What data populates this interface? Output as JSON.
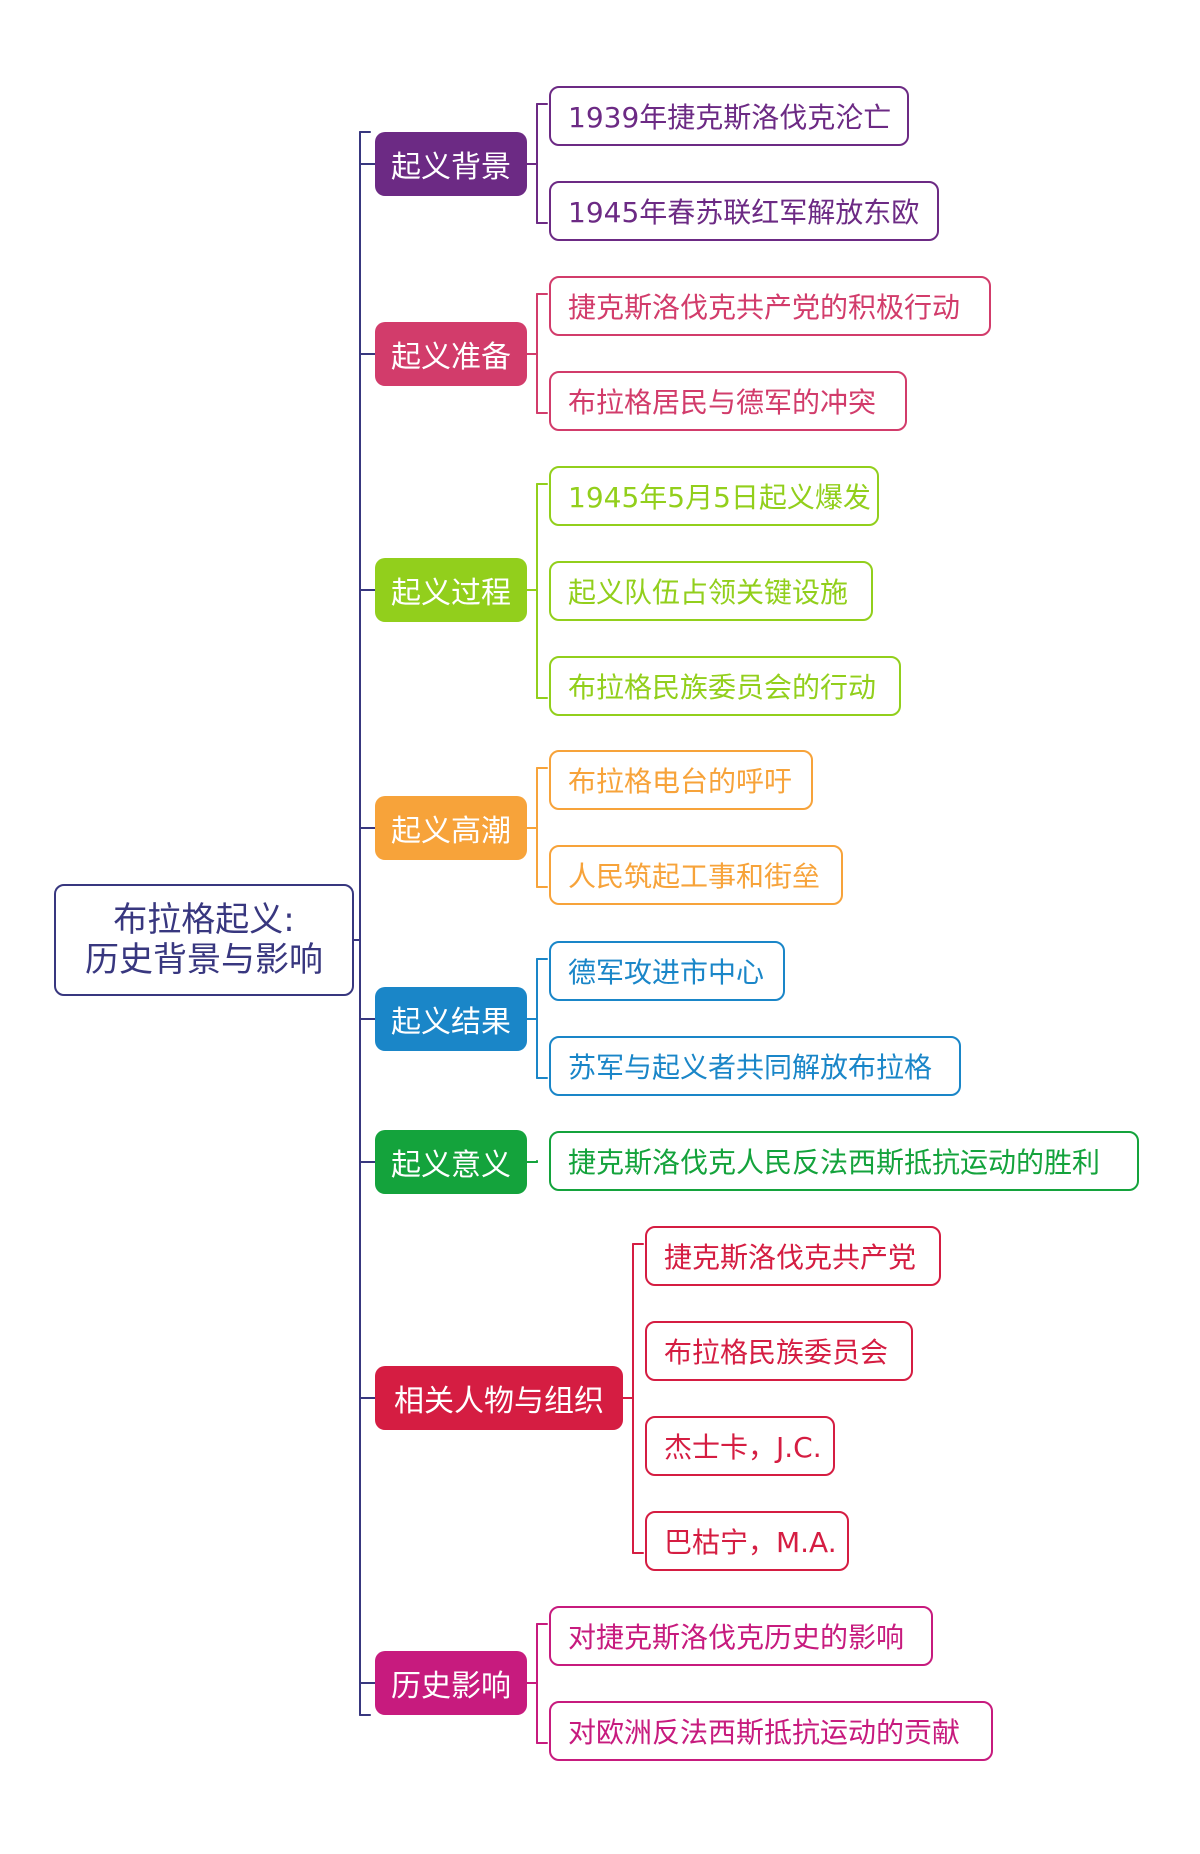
{
  "root": {
    "line1": "布拉格起义:",
    "line2": "历史背景与影响",
    "color": "#38377f"
  },
  "branches": [
    {
      "label": "起义背景",
      "color": "#6c2a84",
      "children": [
        "1939年捷克斯洛伐克沦亡",
        "1945年春苏联红军解放东欧"
      ]
    },
    {
      "label": "起义准备",
      "color": "#d23c6b",
      "children": [
        "捷克斯洛伐克共产党的积极行动",
        "布拉格居民与德军的冲突"
      ]
    },
    {
      "label": "起义过程",
      "color": "#92cf1c",
      "children": [
        "1945年5月5日起义爆发",
        "起义队伍占领关键设施",
        "布拉格民族委员会的行动"
      ]
    },
    {
      "label": "起义高潮",
      "color": "#f7a33a",
      "children": [
        "布拉格电台的呼吁",
        "人民筑起工事和街垒"
      ]
    },
    {
      "label": "起义结果",
      "color": "#1a86c8",
      "children": [
        "德军攻进市中心",
        "苏军与起义者共同解放布拉格"
      ]
    },
    {
      "label": "起义意义",
      "color": "#14a33c",
      "children": [
        "捷克斯洛伐克人民反法西斯抵抗运动的胜利"
      ]
    },
    {
      "label": "相关人物与组织",
      "color": "#d51d42",
      "children": [
        "捷克斯洛伐克共产党",
        "布拉格民族委员会",
        "杰士卡，J.C.",
        "巴枯宁，M.A."
      ]
    },
    {
      "label": "历史影响",
      "color": "#c71b7e",
      "children": [
        "对捷克斯洛伐克历史的影响",
        "对欧洲反法西斯抵抗运动的贡献"
      ]
    }
  ]
}
